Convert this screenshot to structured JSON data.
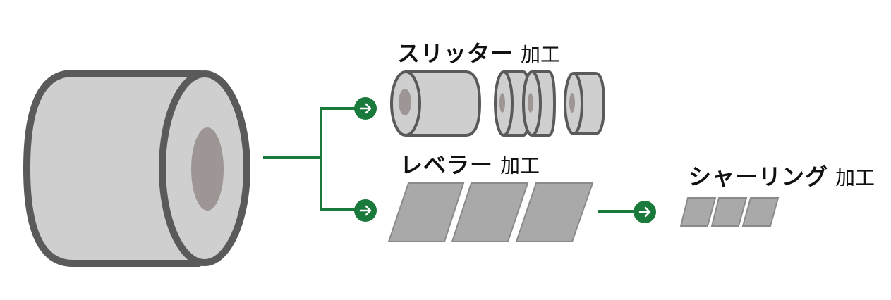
{
  "processes": {
    "slitter": {
      "name": "スリッター",
      "suffix": "加工"
    },
    "leveler": {
      "name": "レベラー",
      "suffix": "加工"
    },
    "shearing": {
      "name": "シャーリング",
      "suffix": "加工"
    }
  },
  "colors": {
    "arrow_green": "#1a7a3c",
    "outline_gray": "#5a5a5a",
    "coil_fill": "#cfcfcf",
    "coil_core": "#9e9695",
    "sheet_fill": "#a9a9a9",
    "sheet_stroke": "#8a8a8a"
  },
  "icons": {
    "arrow": "circled-right-arrow-icon"
  }
}
